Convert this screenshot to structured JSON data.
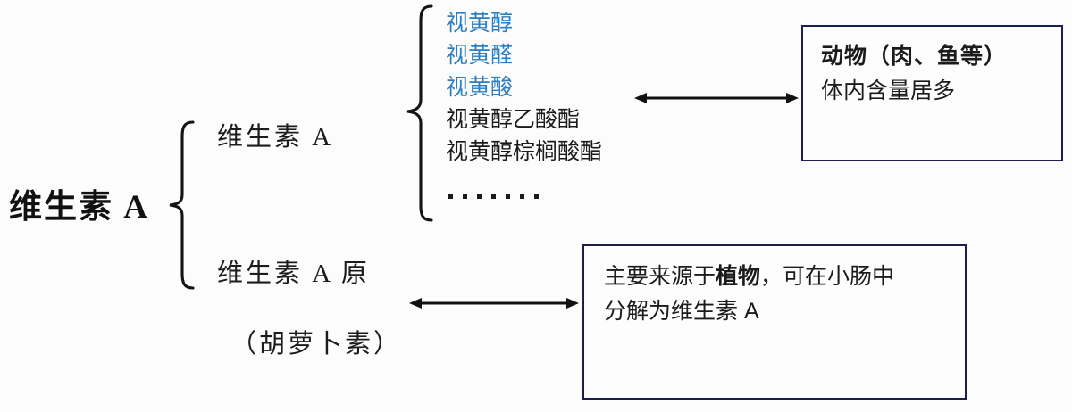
{
  "diagram": {
    "title": "维生素 A",
    "background_color": "#fcfcfd",
    "accent_blue": "#2d7fc1",
    "box_border_color": "#1d1d4e"
  },
  "branches": {
    "vitamin_a": "维生素 A",
    "provitamin_a": "维生素 A 原",
    "provitamin_a_alias": "（胡萝卜素）"
  },
  "compounds": [
    {
      "name": "视黄醇",
      "color": "#2d7fc1",
      "highlighted": "true"
    },
    {
      "name": "视黄醛",
      "color": "#2d7fc1",
      "highlighted": "true"
    },
    {
      "name": "视黄酸",
      "color": "#2d7fc1",
      "highlighted": "true"
    },
    {
      "name": "视黄醇乙酸酯",
      "color": "#1b1b1b",
      "highlighted": "false"
    },
    {
      "name": "视黄醇棕榈酸酯",
      "color": "#1b1b1b",
      "highlighted": "false"
    }
  ],
  "ellipsis_dot_count": 7,
  "boxes": {
    "animal": {
      "heading": "动物（肉、鱼等）",
      "body": "体内含量居多"
    },
    "plant": {
      "line1_pre": "主要来源于",
      "line1_bold": "植物",
      "line1_post": "，可在小肠中",
      "line2": "分解为维生素 A"
    }
  },
  "connectors": {
    "top_arrow": "double-headed-arrow",
    "bottom_arrow": "double-headed-arrow",
    "main_brace": "left-curly-brace",
    "list_brace": "left-curly-brace"
  }
}
